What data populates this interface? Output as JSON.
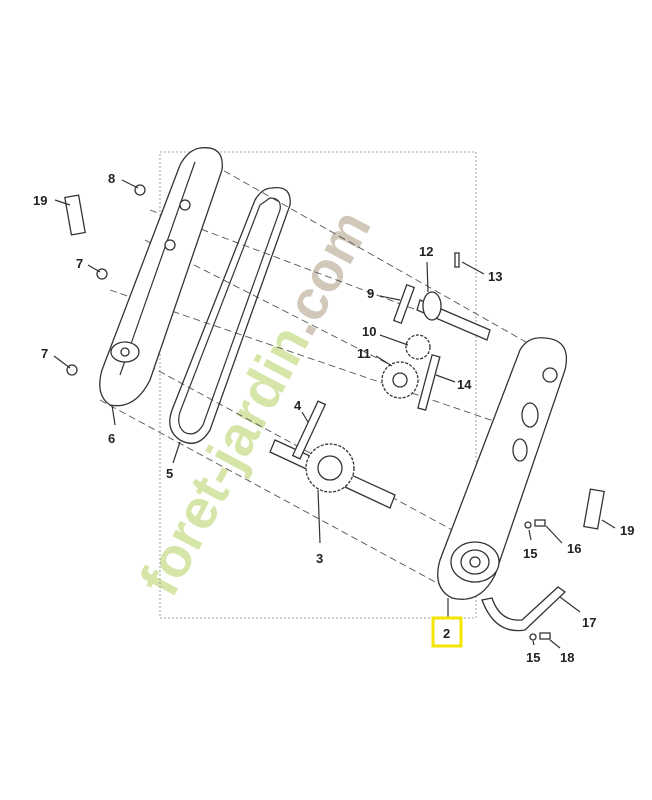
{
  "watermark": {
    "text": "foret-jardin.com",
    "colors": {
      "green": "#c8dc8a",
      "orange": "#f4b98a",
      "gray": "#c9bfae"
    }
  },
  "highlight_color": "#f5e600",
  "callouts": [
    {
      "id": "19a",
      "label": "19"
    },
    {
      "id": "8",
      "label": "8"
    },
    {
      "id": "7a",
      "label": "7"
    },
    {
      "id": "7b",
      "label": "7"
    },
    {
      "id": "6",
      "label": "6"
    },
    {
      "id": "5",
      "label": "5"
    },
    {
      "id": "4",
      "label": "4"
    },
    {
      "id": "3",
      "label": "3"
    },
    {
      "id": "2",
      "label": "2",
      "highlighted": true
    },
    {
      "id": "9",
      "label": "9"
    },
    {
      "id": "10",
      "label": "10"
    },
    {
      "id": "11",
      "label": "11"
    },
    {
      "id": "12",
      "label": "12"
    },
    {
      "id": "13",
      "label": "13"
    },
    {
      "id": "14",
      "label": "14"
    },
    {
      "id": "15a",
      "label": "15"
    },
    {
      "id": "16",
      "label": "16"
    },
    {
      "id": "19b",
      "label": "19"
    },
    {
      "id": "17",
      "label": "17"
    },
    {
      "id": "15b",
      "label": "15"
    },
    {
      "id": "18",
      "label": "18"
    }
  ]
}
